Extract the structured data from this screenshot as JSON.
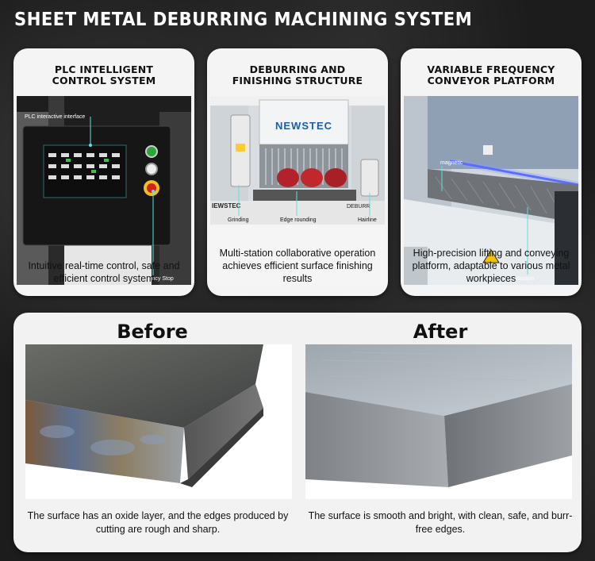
{
  "title": "SHEET METAL DEBURRING MACHINING SYSTEM",
  "cards": [
    {
      "heading": "PLC INTELLIGENT CONTROL SYSTEM",
      "labels": {
        "interface": "PLC interactive interface",
        "stop": "Emergency Stop"
      },
      "description": "Intuitive real-time control, safe and efficient control system"
    },
    {
      "heading": "DEBURRING AND FINISHING STRUCTURE",
      "labels": {
        "brand": "NEWSTEC",
        "brand_partial": "IEWSTEC",
        "brand_right": "DEBURR",
        "grinding": "Grinding",
        "edge": "Edge rounding",
        "hairline": "Hairline"
      },
      "description": "Multi-station collaborative operation achieves efficient surface finishing results"
    },
    {
      "heading": "VARIABLE FREQUENCY CONVEYOR PLATFORM",
      "labels": {
        "magnetic": "magnetic",
        "vacuum": "vacuum"
      },
      "description": "High-precision lifting and conveying platform, adaptable to various metal workpieces"
    }
  ],
  "comparison": {
    "before": {
      "heading": "Before",
      "caption": "The surface has an oxide layer, and the edges produced by cutting are rough and sharp."
    },
    "after": {
      "heading": "After",
      "caption": "The surface is smooth and bright, with clean, safe, and burr-free edges."
    }
  }
}
